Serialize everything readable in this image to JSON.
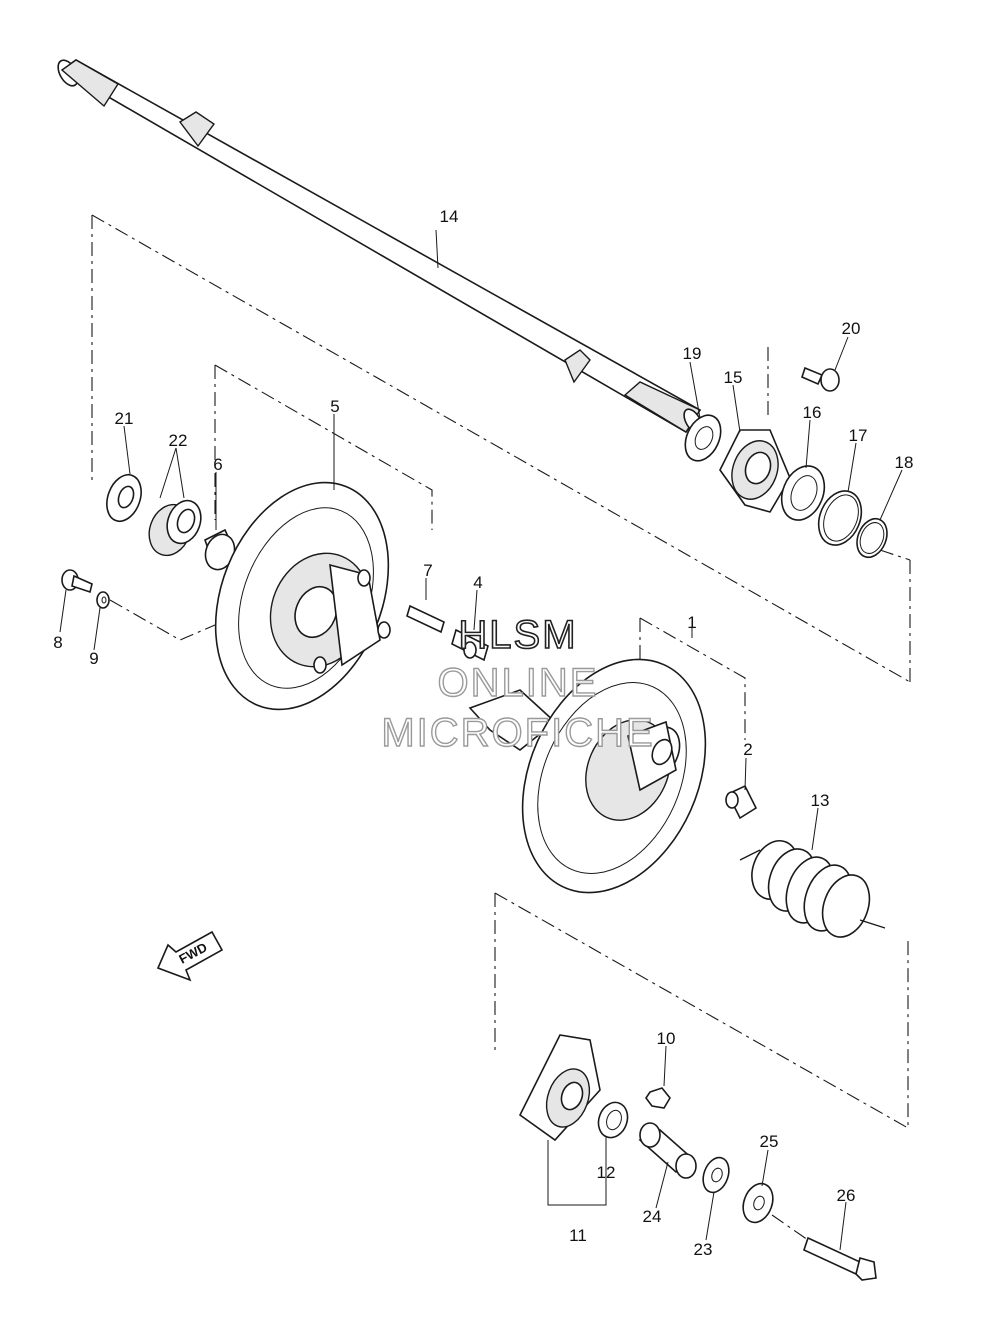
{
  "labels": {
    "p1": "1",
    "p2": "2",
    "p4": "4",
    "p5": "5",
    "p6": "6",
    "p7": "7",
    "p8": "8",
    "p9": "9",
    "p10": "10",
    "p11": "11",
    "p12": "12",
    "p13": "13",
    "p14": "14",
    "p15": "15",
    "p16": "16",
    "p17": "17",
    "p18": "18",
    "p19": "19",
    "p20": "20",
    "p21": "21",
    "p22": "22",
    "p23": "23",
    "p24": "24",
    "p25": "25",
    "p26": "26"
  },
  "fwd_label": "FWD",
  "watermark": {
    "line1": "HLSM",
    "line2": "ONLINE",
    "line3": "MICROFICHE"
  }
}
